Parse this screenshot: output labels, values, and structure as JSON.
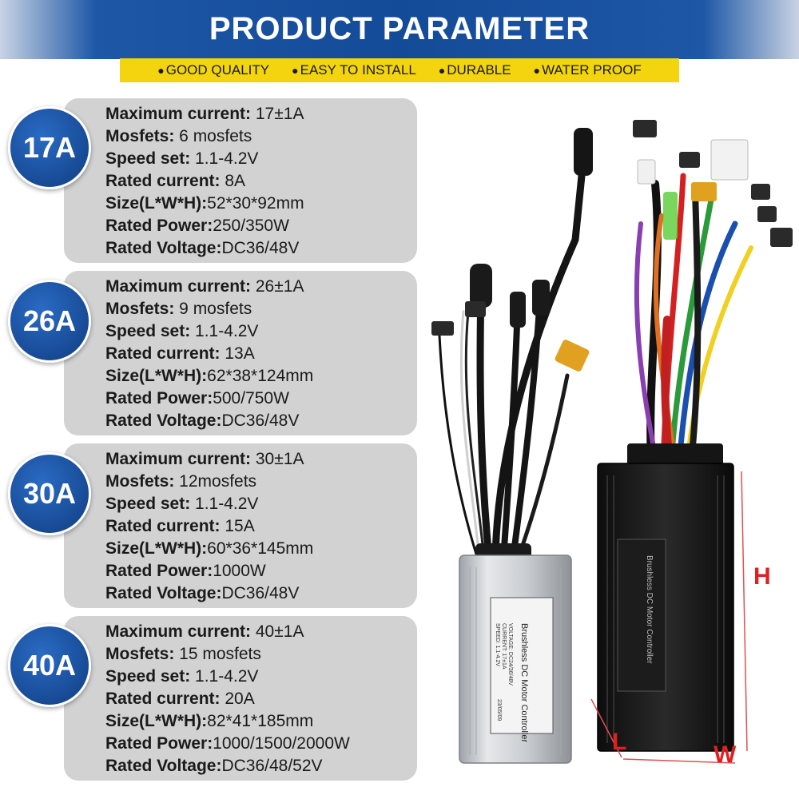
{
  "header": {
    "title": "PRODUCT PARAMETER"
  },
  "tagline": [
    {
      "dot": "●",
      "text": "GOOD QUALITY"
    },
    {
      "dot": "●",
      "text": "EASY TO INSTALL"
    },
    {
      "dot": "●",
      "text": "DURABLE"
    },
    {
      "dot": "●",
      "text": "WATER PROOF"
    }
  ],
  "cards": [
    {
      "badge": "17A",
      "specs": [
        {
          "label": "Maximum current:",
          "value": " 17±1A"
        },
        {
          "label": "Mosfets:",
          "value": " 6 mosfets"
        },
        {
          "label": "Speed set:",
          "value": " 1.1-4.2V"
        },
        {
          "label": "Rated current:",
          "value": " 8A"
        },
        {
          "label": "Size(L*W*H):",
          "value": "52*30*92mm"
        },
        {
          "label": "Rated Power:",
          "value": "250/350W"
        },
        {
          "label": "Rated Voltage:",
          "value": "DC36/48V"
        }
      ]
    },
    {
      "badge": "26A",
      "specs": [
        {
          "label": "Maximum current:",
          "value": " 26±1A"
        },
        {
          "label": "Mosfets:",
          "value": " 9 mosfets"
        },
        {
          "label": "Speed set:",
          "value": " 1.1-4.2V"
        },
        {
          "label": "Rated current:",
          "value": " 13A"
        },
        {
          "label": "Size(L*W*H):",
          "value": "62*38*124mm"
        },
        {
          "label": "Rated Power:",
          "value": "500/750W"
        },
        {
          "label": "Rated Voltage:",
          "value": "DC36/48V"
        }
      ]
    },
    {
      "badge": "30A",
      "specs": [
        {
          "label": "Maximum current:",
          "value": " 30±1A"
        },
        {
          "label": "Mosfets:",
          "value": " 12mosfets"
        },
        {
          "label": "Speed set:",
          "value": " 1.1-4.2V"
        },
        {
          "label": "Rated current:",
          "value": " 15A"
        },
        {
          "label": "Size(L*W*H):",
          "value": "60*36*145mm"
        },
        {
          "label": "Rated Power:",
          "value": "1000W"
        },
        {
          "label": "Rated Voltage:",
          "value": "DC36/48V"
        }
      ]
    },
    {
      "badge": "40A",
      "specs": [
        {
          "label": "Maximum current:",
          "value": " 40±1A"
        },
        {
          "label": "Mosfets:",
          "value": " 15 mosfets"
        },
        {
          "label": "Speed set:",
          "value": " 1.1-4.2V"
        },
        {
          "label": "Rated current:",
          "value": " 20A"
        },
        {
          "label": "Size(L*W*H):",
          "value": "82*41*185mm"
        },
        {
          "label": "Rated Power:",
          "value": "1000/1500/2000W"
        },
        {
          "label": "Rated Voltage:",
          "value": "DC36/48/52V"
        }
      ]
    }
  ],
  "product": {
    "small_label_title": "Brushless DC Motor Controller",
    "small_label_lines": [
      "VOLTAGE: DC24/36/48V",
      "CURRENT: 17±1A",
      "SPEED: 1.1-4.2V",
      "23/05/09"
    ],
    "large_label_title": "Brushless DC Motor Controller",
    "dimensions": {
      "length": "L",
      "width": "W",
      "height": "H"
    }
  },
  "colors": {
    "header_blue": "#144b99",
    "tag_yellow": "#f3d40f",
    "card_gray": "#d2d2d2",
    "badge_blue": "#1a4f9c",
    "dimension_red": "#e02020"
  }
}
